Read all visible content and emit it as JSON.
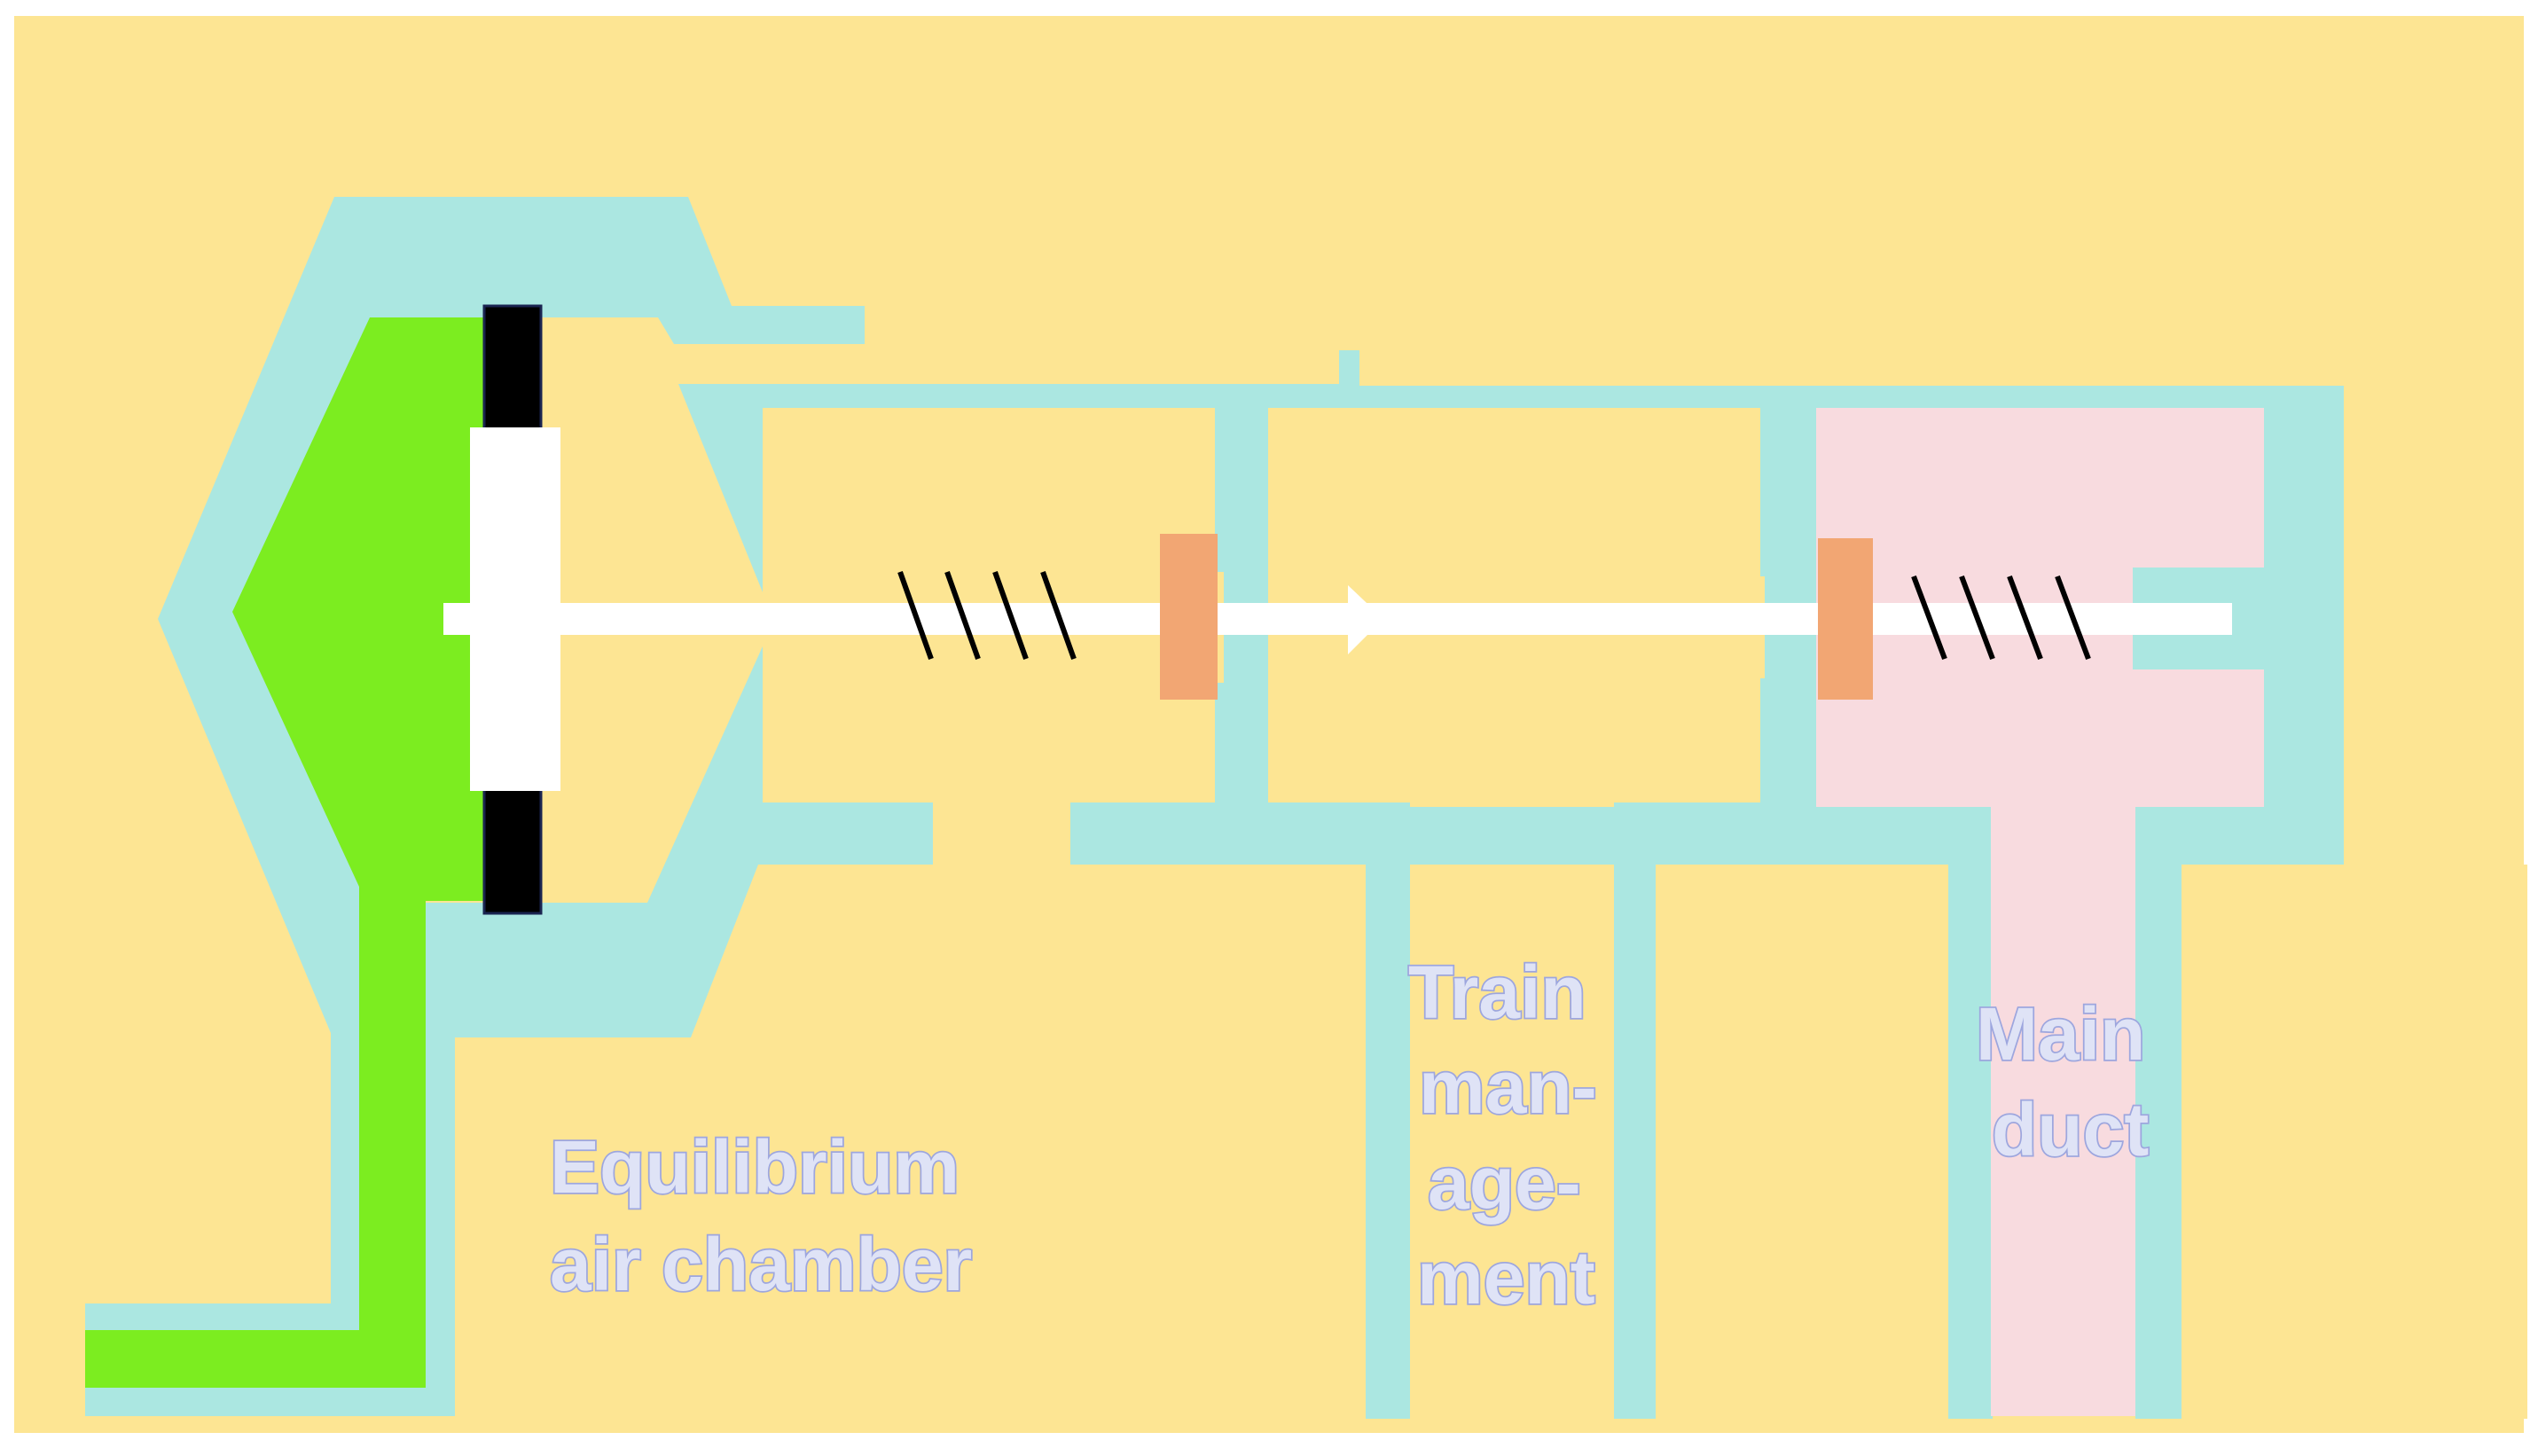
{
  "labels": {
    "equilibrium_line1": "Equilibrium",
    "equilibrium_line2": "air chamber",
    "train_line1": "Train",
    "train_line2": "man-",
    "train_line3": "age-",
    "train_line4": "ment",
    "main_line1": "Main",
    "main_line2": "duct"
  },
  "colors": {
    "background": "#fde593",
    "pipe": "#abe7e1",
    "equilibrium_fluid": "#7ced20",
    "main_duct_fluid": "#f8dbdf",
    "piston": "#ffffff",
    "seal": "#000000",
    "valve": "#f2a673",
    "spring": "#000000",
    "label_fill": "#dfe3f6",
    "label_outline": "#9da6de"
  }
}
